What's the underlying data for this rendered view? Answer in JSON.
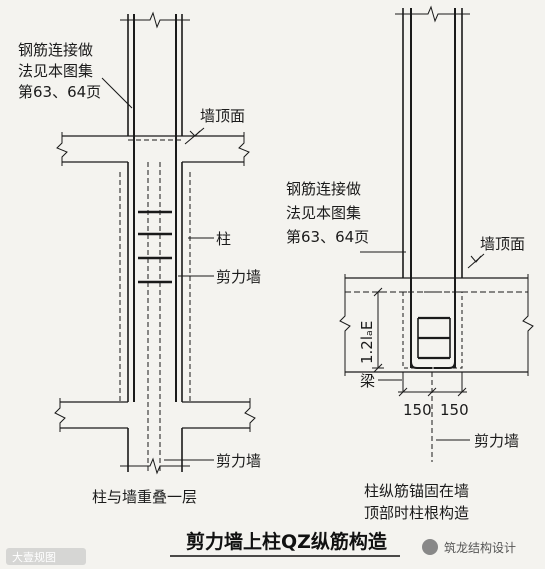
{
  "left_figure": {
    "note": [
      "钢筋连接做",
      "法见本图集",
      "第63、64页"
    ],
    "wall_top_label": "墙顶面",
    "column_label": "柱",
    "shear_wall_label_1": "剪力墙",
    "shear_wall_label_2": "剪力墙",
    "caption": "柱与墙重叠一层"
  },
  "right_figure": {
    "note": [
      "钢筋连接做",
      "法见本图集",
      "第63、64页"
    ],
    "wall_top_label": "墙顶面",
    "anchor_length_label": "1.2lₐE",
    "beam_label": "梁",
    "dim_left": "150",
    "dim_right": "150",
    "shear_wall_label": "剪力墙",
    "caption": [
      "柱纵筋锚固在墙",
      "顶部时柱根构造"
    ]
  },
  "title": "剪力墙上柱QZ纵筋构造",
  "watermark_left": "大壹规图",
  "watermark_right": "筑龙结构设计"
}
